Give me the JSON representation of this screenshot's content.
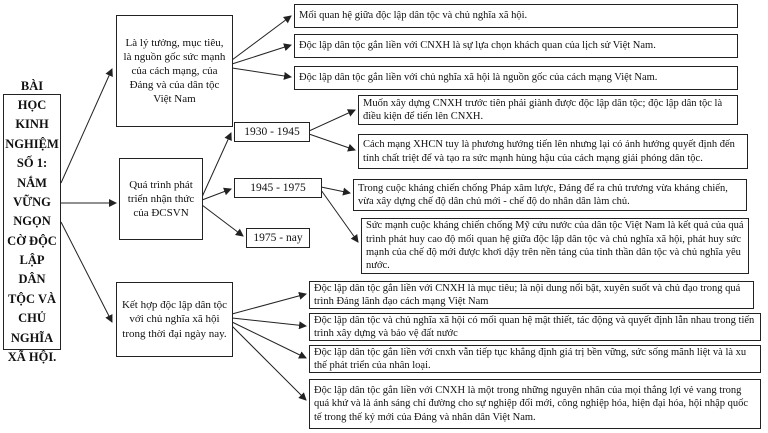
{
  "root": {
    "title": "BÀI HỌC KINH NGHIỆM SỐ 1: NẮM VỮNG NGỌN CỜ ĐỘC LẬP DÂN TỘC VÀ CHỦ NGHĨA XÃ HỘI."
  },
  "branch1": {
    "label": "Là lý tưởng, mục tiêu, là nguồn gốc sức mạnh của cách mạng, của Đảng và của dân tộc Việt Nam",
    "items": [
      "Mối quan hệ giữa độc lập dân tộc và chủ nghĩa xã hội.",
      "Độc lập dân tộc gắn liền với CNXH là sự lựa chọn khách quan của lịch sử Việt Nam.",
      "Độc lập dân tộc gắn liền với chủ nghĩa xã hội là nguồn gốc của cách mạng Việt Nam."
    ]
  },
  "branch2": {
    "label": "Quá trình phát triển nhận thức của ĐCSVN",
    "periods": [
      {
        "label": "1930 - 1945",
        "items": [
          "Muốn xây dựng CNXH trước tiên phải giành được độc lập dân tộc; độc lập dân tộc là điều kiện để tiến lên CNXH.",
          "Cách mạng XHCN tuy là phương hướng tiến lên nhưng lại có ảnh hưởng quyết định đến tính chất triệt để và tạo ra sức mạnh hùng hậu của cách mạng giải phóng dân tộc."
        ]
      },
      {
        "label": "1945 - 1975",
        "items": [
          "Trong cuộc kháng chiến chống Pháp xâm lược, Đảng để ra chủ trương vừa kháng chiến, vừa xây dựng chế độ dân chủ mới - chế độ do nhân dân làm chủ.",
          "Sức mạnh cuộc kháng chiến chống Mỹ cứu nước của dân tộc Việt Nam là kết quả của quá trình phát huy cao độ mối quan hệ giữa độc lập dân tộc và chủ nghĩa xã hội, phát huy sức mạnh của chế độ mới được khơi dậy trên nền tảng của tinh thần dân tộc và chủ nghĩa yêu nước."
        ]
      },
      {
        "label": "1975 - nay",
        "items": []
      }
    ]
  },
  "branch3": {
    "label": "Kết hợp độc lập dân tộc với chủ nghĩa xã hội trong thời đại ngày nay.",
    "items": [
      "Độc lập dân tộc gắn liền với CNXH là mục tiêu; là nội dung nổi bật, xuyên suốt và chủ đạo trong quá trình Đảng lãnh đạo cách mạng Việt Nam",
      "Độc lập dân tộc và chủ nghĩa xã hội có mối quan hệ mật thiết, tác động và quyết định lẫn nhau trong tiến trình xây dựng và bảo vệ đất nước",
      "Độc lập dân tộc gắn liền với cnxh vẫn tiếp tục khẳng định giá trị bền vững, sức sống mãnh liệt và là xu thế phát triển của nhân loại.",
      "Độc lập dân tộc gắn liền với CNXH là một trong những nguyên nhân của mọi thắng lợi vẻ vang trong quá khứ và là ánh sáng chỉ đường cho sự nghiệp đổi mới, công nghiệp hóa, hiện đại hóa, hội nhập quốc tế trong thế kỷ mới của Đảng và nhân dân Việt Nam."
    ]
  }
}
